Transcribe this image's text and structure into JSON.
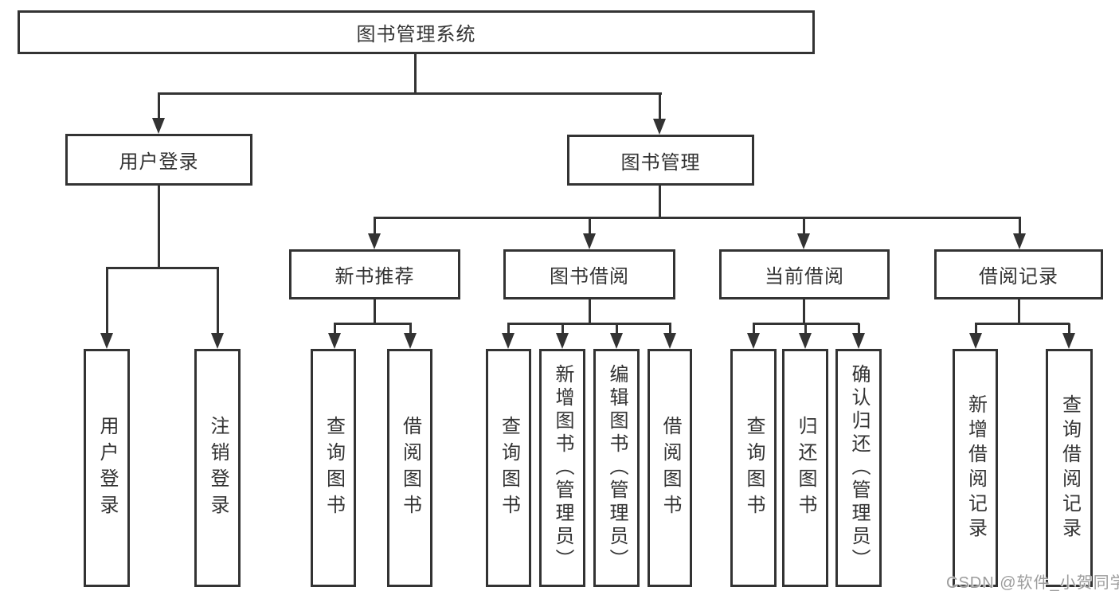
{
  "diagram_title": "图书管理系统",
  "nodes": {
    "root": {
      "label": "图书管理系统"
    },
    "level2": {
      "login": {
        "label": "用户登录"
      },
      "management": {
        "label": "图书管理"
      }
    },
    "level3": {
      "new_books": {
        "label": "新书推荐"
      },
      "borrowing": {
        "label": "图书借阅"
      },
      "current": {
        "label": "当前借阅"
      },
      "records": {
        "label": "借阅记录"
      }
    },
    "leaves": {
      "login": [
        {
          "label": "用户登录"
        },
        {
          "label": "注销登录"
        }
      ],
      "new_books": [
        {
          "label": "查询图书"
        },
        {
          "label": "借阅图书"
        }
      ],
      "borrowing": [
        {
          "label": "查询图书"
        },
        {
          "label": "新增图书（管理员）"
        },
        {
          "label": "编辑图书（管理员）"
        },
        {
          "label": "借阅图书"
        }
      ],
      "current": [
        {
          "label": "查询图书"
        },
        {
          "label": "归还图书"
        },
        {
          "label": "确认归还（管理员）"
        }
      ],
      "records": [
        {
          "label": "新增借阅记录"
        },
        {
          "label": "查询借阅记录"
        }
      ]
    }
  },
  "watermark": {
    "text": "CSDN @软件_小贺同学",
    "color": "#9c9c9c"
  },
  "colors": {
    "line": "#333333",
    "text": "#333333",
    "background": "#ffffff",
    "box_fill": "#ffffff"
  }
}
